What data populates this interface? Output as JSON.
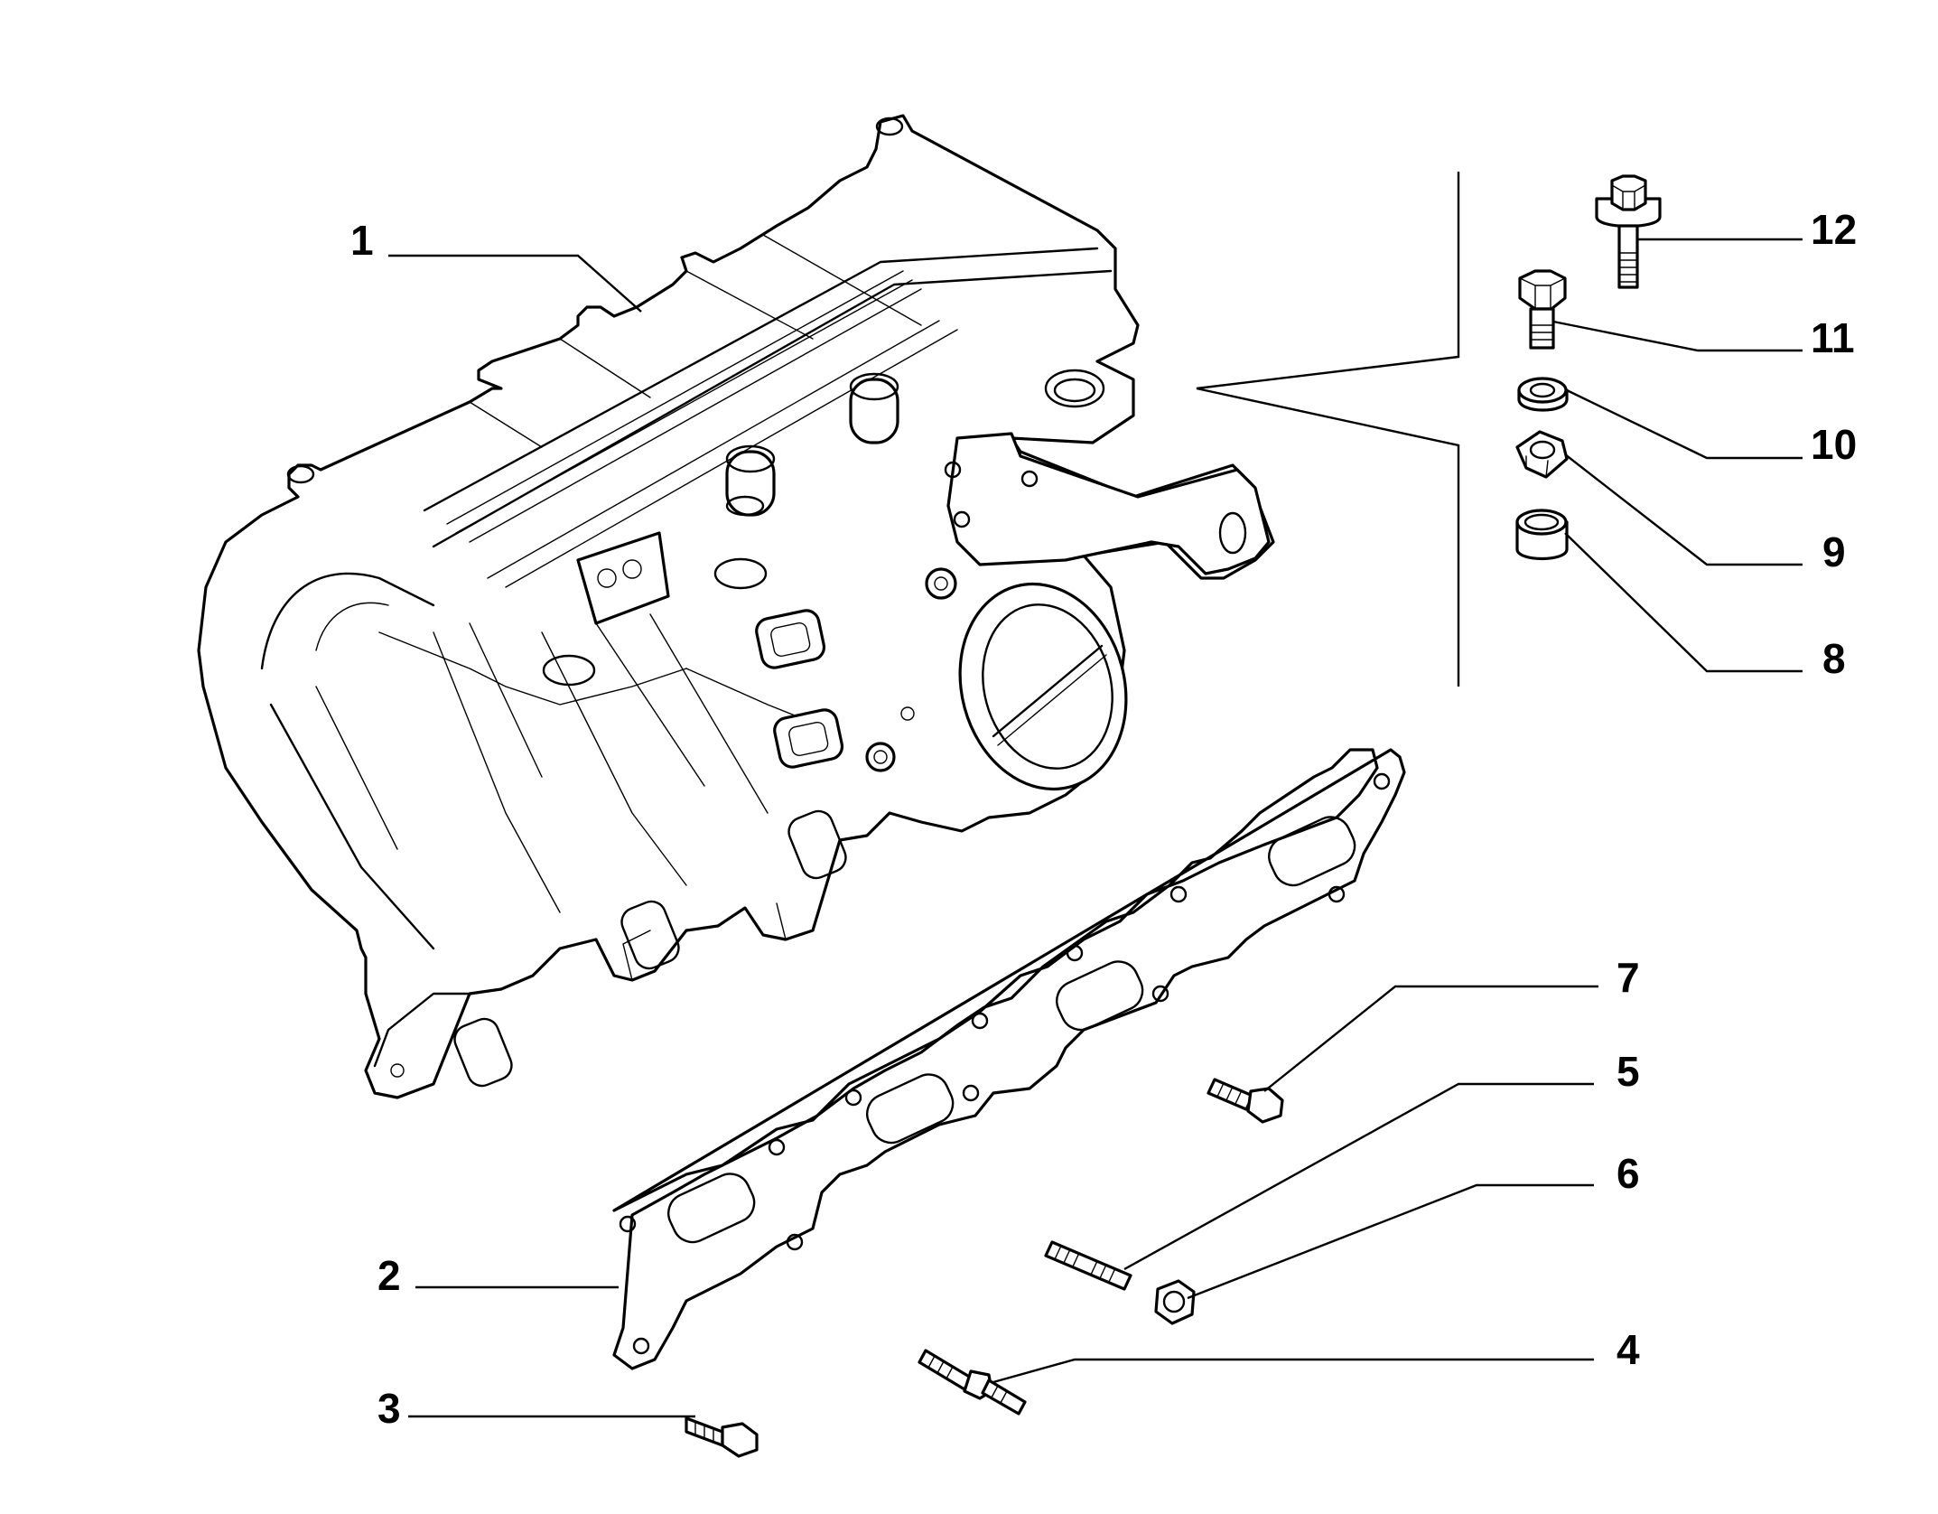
{
  "diagram": {
    "callouts": [
      {
        "id": "1",
        "label": "1"
      },
      {
        "id": "2",
        "label": "2"
      },
      {
        "id": "3",
        "label": "3"
      },
      {
        "id": "4",
        "label": "4"
      },
      {
        "id": "5",
        "label": "5"
      },
      {
        "id": "6",
        "label": "6"
      },
      {
        "id": "7",
        "label": "7"
      },
      {
        "id": "8",
        "label": "8"
      },
      {
        "id": "9",
        "label": "9"
      },
      {
        "id": "10",
        "label": "10"
      },
      {
        "id": "11",
        "label": "11"
      },
      {
        "id": "12",
        "label": "12"
      }
    ],
    "colors": {
      "line": "#000000",
      "background": "#ffffff"
    }
  }
}
